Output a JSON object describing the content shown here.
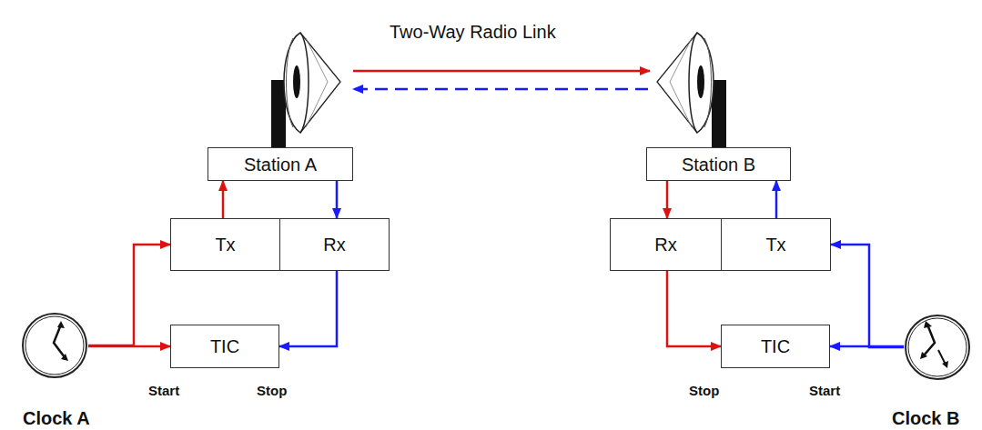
{
  "diagram": {
    "nodes": [
      {
        "text": [
          "Station A"
        ]
      },
      {
        "text": [
          "Station B"
        ]
      },
      {
        "text": [
          "Tx"
        ]
      },
      {
        "text": [
          "Rx"
        ]
      },
      {
        "text": [
          "Rx"
        ]
      },
      {
        "text": [
          "Tx"
        ]
      },
      {
        "text": [
          "TIC"
        ]
      },
      {
        "text": [
          "TIC"
        ]
      },
      {
        "text": [
          "Clock A"
        ]
      },
      {
        "text": [
          "Clock B"
        ]
      }
    ],
    "edges": [
      {
        "from": 8,
        "to": 2,
        "arrow": "to"
      },
      {
        "from": 8,
        "to": 6,
        "arrow": "to"
      },
      {
        "from": 2,
        "to": 0,
        "arrow": "to"
      },
      {
        "from": 0,
        "to": 3,
        "arrow": "to"
      },
      {
        "from": 3,
        "to": 6,
        "arrow": "to"
      },
      {
        "from": 1,
        "to": 4,
        "arrow": "to"
      },
      {
        "from": 4,
        "to": 7,
        "arrow": "to"
      },
      {
        "from": 9,
        "to": 5,
        "arrow": "to"
      },
      {
        "from": 9,
        "to": 7,
        "arrow": "to"
      },
      {
        "from": 5,
        "to": 1,
        "arrow": "to"
      }
    ],
    "labels": [
      "Two-Way Radio Link",
      "Start",
      "Stop",
      "Stop",
      "Start"
    ]
  }
}
